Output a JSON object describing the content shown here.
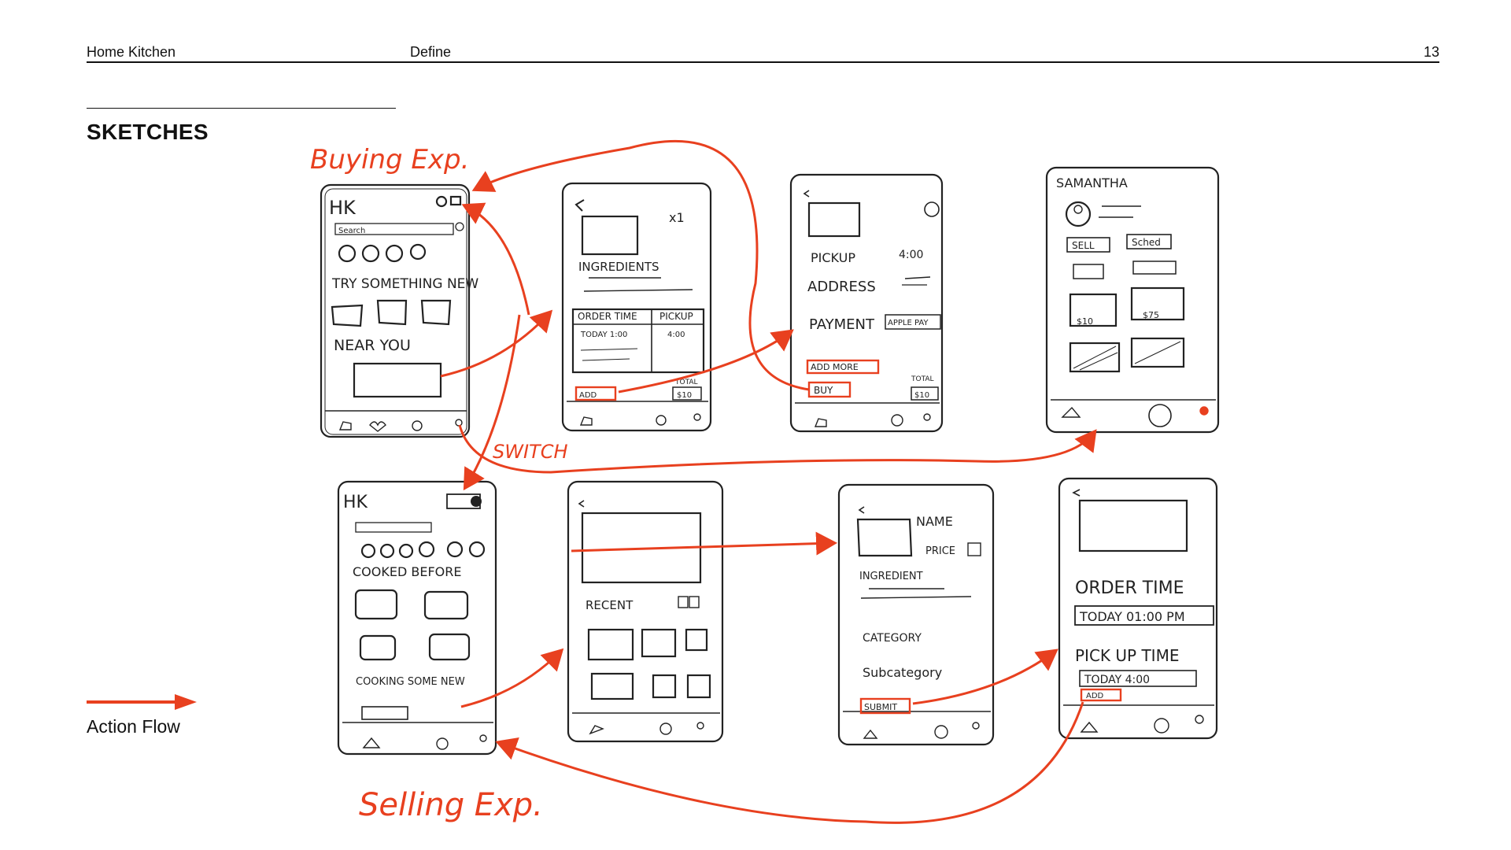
{
  "header": {
    "title": "Home Kitchen",
    "section": "Define",
    "page_number": "13"
  },
  "page_title": "SKETCHES",
  "legend": {
    "label": "Action Flow",
    "color": "#e8401f"
  },
  "annotations": {
    "buying": "Buying Exp.",
    "selling": "Selling Exp.",
    "switch": "SWITCH"
  },
  "buying_flow": {
    "home": {
      "logo": "HK",
      "search": "Search",
      "section1": "TRY SOMETHING NEW",
      "section2": "NEAR YOU"
    },
    "item": {
      "quantity": "x1",
      "ingredients": "INGREDIENTS",
      "col1": "ORDER TIME",
      "col2": "PICKUP",
      "row_time": "TODAY 1:00",
      "row_pickup": "4:00",
      "total": "TOTAL",
      "total_value": "$10",
      "action": "ADD"
    },
    "checkout": {
      "pickup": "PICKUP",
      "pickup_time": "4:00",
      "address": "ADDRESS",
      "payment": "PAYMENT",
      "payment_method": "APPLE PAY",
      "add_more": "ADD MORE",
      "buy": "BUY",
      "total": "TOTAL",
      "total_value": "$10"
    },
    "profile": {
      "name": "SAMANTHA",
      "tab1": "SELL",
      "tab2": "Sched",
      "price1": "$10",
      "price2": "$75"
    }
  },
  "selling_flow": {
    "home": {
      "logo": "HK",
      "section1": "COOKED BEFORE",
      "section2": "COOKING SOME NEW"
    },
    "gallery": {
      "recent": "RECENT"
    },
    "details": {
      "name": "NAME",
      "price": "PRICE",
      "ingredients": "INGREDIENT",
      "category": "CATEGORY",
      "subcategory": "Subcategory",
      "submit": "SUBMIT"
    },
    "schedule": {
      "order_time": "ORDER TIME",
      "order_value": "TODAY 01:00 PM",
      "pickup_time": "PICK UP TIME",
      "pickup_value": "TODAY 4:00",
      "action": "ADD"
    }
  }
}
